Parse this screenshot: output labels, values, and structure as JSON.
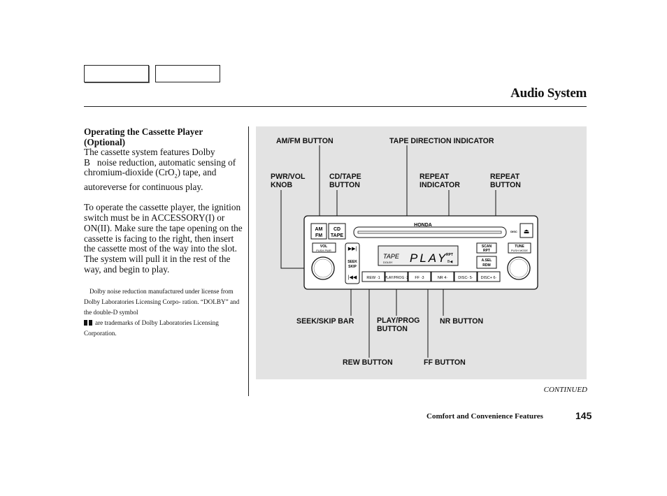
{
  "header": {
    "title": "Audio System"
  },
  "left_column": {
    "section_title": "Operating the Cassette Player (Optional)",
    "paragraph_1": "The cassette system features Dolby B   noise reduction, automatic sensing of chromium-dioxide (CrO",
    "paragraph_1_sub": "2",
    "paragraph_1_end": ") tape, and autoreverse for continuous play.",
    "paragraph_2": "To operate the cassette player, the ignition switch must be in ACCESSORY(I) or ON(II). Make sure the tape opening on the cassette is facing to the right, then insert the cassette most of the way into the slot. The system will pull it in the rest of the way, and begin to play.",
    "footnote_1": "Dolby noise reduction manufactured under license from Dolby Laboratories Licensing Corpo- ration. “DOLBY” and the double-D symbol",
    "footnote_2": "are trademarks of Dolby Laboratories Licensing Corporation."
  },
  "diagram": {
    "callouts": {
      "am_fm": "AM/FM BUTTON",
      "tape_dir": "TAPE DIRECTION INDICATOR",
      "pwr_vol": "PWR/VOL\nKNOB",
      "cd_tape": "CD/TAPE\nBUTTON",
      "repeat_ind": "REPEAT\nINDICATOR",
      "repeat_btn": "REPEAT\nBUTTON",
      "seek_skip": "SEEK/SKIP BAR",
      "play_prog": "PLAY/PROG\nBUTTON",
      "nr": "NR BUTTON",
      "rew": "REW BUTTON",
      "ff": "FF BUTTON"
    },
    "unit": {
      "brand": "HONDA",
      "display_small": "TAPE",
      "display_main": "PLAY",
      "display_rpt": "RPT",
      "display_dolby": "DOLBY",
      "display_dir": "B◀",
      "btn_am": "AM",
      "btn_fm": "FM",
      "btn_cd": "CD",
      "btn_tape": "TAPE",
      "btn_vol": "VOL",
      "btn_pwr": "PUSH PWR",
      "btn_seek": "SEEK",
      "btn_skip": "SKIP",
      "btn_scan": "SCAN",
      "btn_rpt": "RPT",
      "btn_tune": "TUNE",
      "btn_mode": "PUSH MODE",
      "btn_asel": "A.SEL",
      "btn_rdm": "RDM",
      "btn_disc": "DISC",
      "presets": [
        "REW ·1",
        "PLAY/PROG ·2",
        "FF ·3",
        "NR 4·",
        "DISC- 5·",
        "DISC+ 6·"
      ]
    }
  },
  "footer": {
    "continued": "CONTINUED",
    "section": "Comfort and Convenience Features",
    "page_number": "145"
  }
}
